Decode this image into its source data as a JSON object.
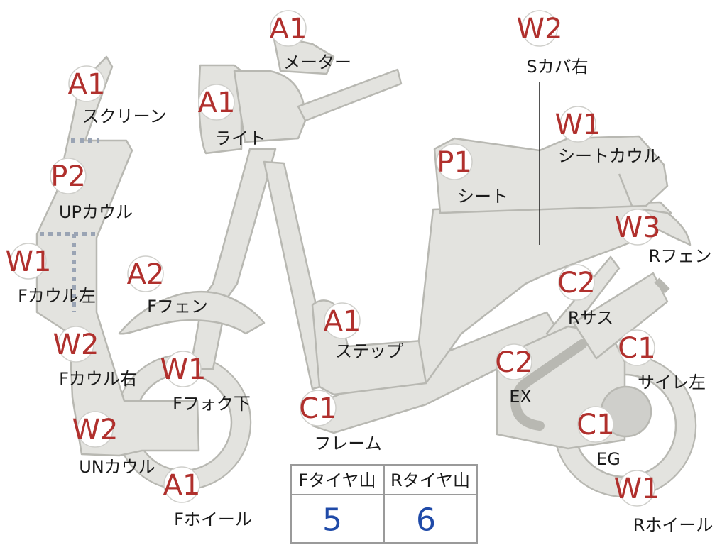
{
  "parts": [
    {
      "id": "screen",
      "code": "A1",
      "label": "スクリーン"
    },
    {
      "id": "light",
      "code": "A1",
      "label": "ライト"
    },
    {
      "id": "meter",
      "code": "A1",
      "label": "メーター"
    },
    {
      "id": "s-cover-right",
      "code": "W2",
      "label": "Sカバ右"
    },
    {
      "id": "seat-cowl",
      "code": "W1",
      "label": "シートカウル"
    },
    {
      "id": "seat",
      "code": "P1",
      "label": "シート"
    },
    {
      "id": "up-cowl",
      "code": "P2",
      "label": "UPカウル"
    },
    {
      "id": "r-fender",
      "code": "W3",
      "label": "Rフェン"
    },
    {
      "id": "f-cowl-left",
      "code": "W1",
      "label": "Fカウル左"
    },
    {
      "id": "f-fender",
      "code": "A2",
      "label": "Fフェン"
    },
    {
      "id": "r-suspension",
      "code": "C2",
      "label": "Rサス"
    },
    {
      "id": "step",
      "code": "A1",
      "label": "ステップ"
    },
    {
      "id": "f-cowl-right",
      "code": "W2",
      "label": "Fカウル右"
    },
    {
      "id": "muffler-left",
      "code": "C1",
      "label": "サイレ左"
    },
    {
      "id": "f-fork-lower",
      "code": "W1",
      "label": "Fフォク下"
    },
    {
      "id": "exhaust",
      "code": "C2",
      "label": "EX"
    },
    {
      "id": "frame",
      "code": "C1",
      "label": "フレーム"
    },
    {
      "id": "un-cowl",
      "code": "W2",
      "label": "UNカウル"
    },
    {
      "id": "engine",
      "code": "C1",
      "label": "EG"
    },
    {
      "id": "f-wheel",
      "code": "A1",
      "label": "Fホイール"
    },
    {
      "id": "r-wheel",
      "code": "W1",
      "label": "Rホイール"
    }
  ],
  "tire_table": {
    "headers": [
      "Fタイヤ山",
      "Rタイヤ山"
    ],
    "values": [
      "5",
      "6"
    ]
  },
  "colors": {
    "code_red": "#b0302d",
    "value_blue": "#1f4aa8",
    "body_fill": "#e3e3df",
    "body_stroke": "#b8b8b2",
    "cowl_divider": "#9aa4b4"
  }
}
